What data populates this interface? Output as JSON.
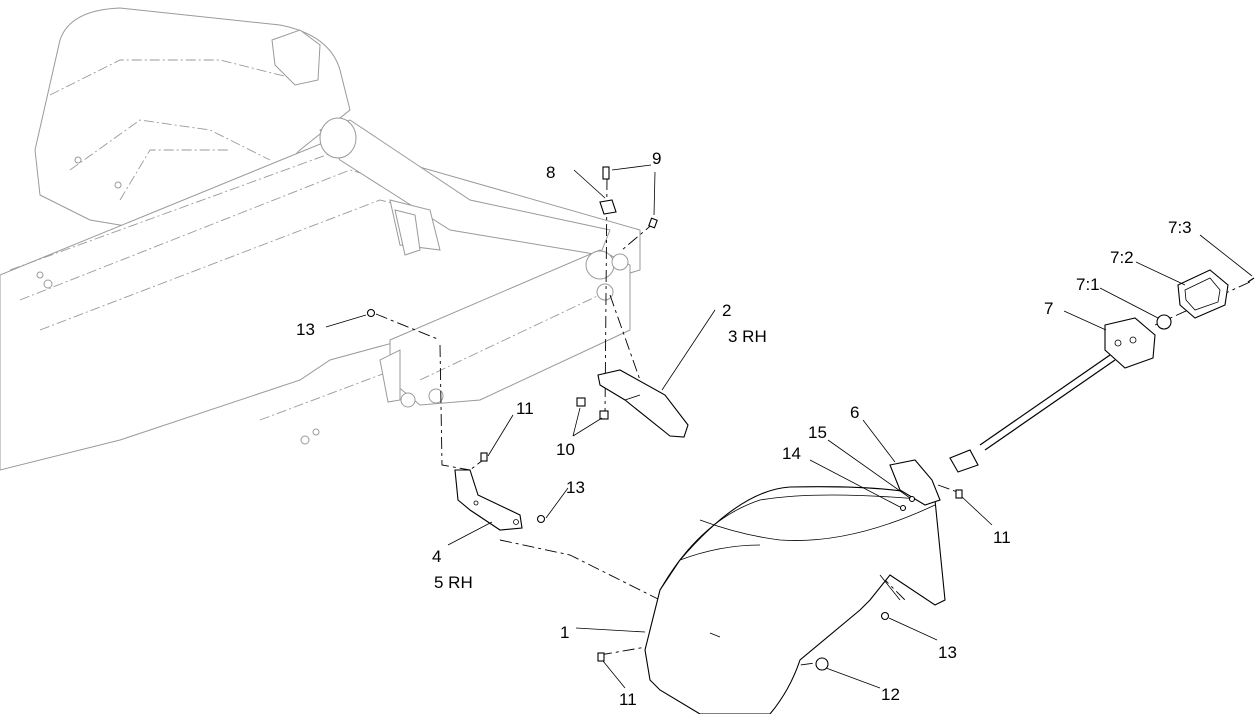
{
  "callouts": {
    "c1": "1",
    "c2": "2",
    "c2b": "3 RH",
    "c4": "4",
    "c4b": "5 RH",
    "c6": "6",
    "c7": "7",
    "c7_1": "7:1",
    "c7_2": "7:2",
    "c7_3": "7:3",
    "c8": "8",
    "c9": "9",
    "c10": "10",
    "c11a": "11",
    "c11b": "11",
    "c11c": "11",
    "c12": "12",
    "c13a": "13",
    "c13b": "13",
    "c13c": "13",
    "c14": "14",
    "c15": "15"
  }
}
